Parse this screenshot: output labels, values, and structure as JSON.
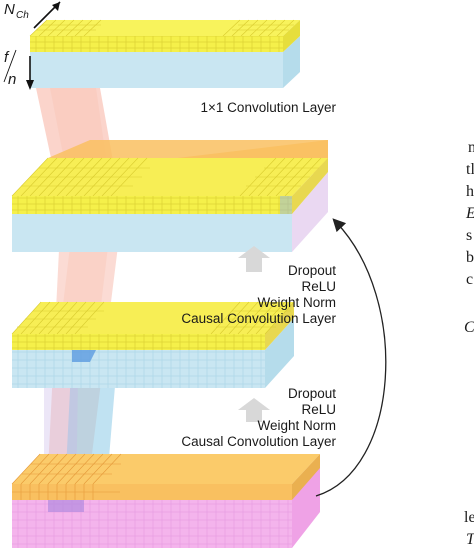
{
  "axes": {
    "channels_label": "N",
    "channels_subscript": "Ch",
    "frames_label_left": "f",
    "frames_label_right": "n"
  },
  "layers": {
    "top_label": "1×1 Convolution Layer",
    "block_upper": [
      "Dropout",
      "ReLU",
      "Weight Norm",
      "Causal Convolution Layer"
    ],
    "block_lower": [
      "Dropout",
      "ReLU",
      "Weight Norm",
      "Causal Convolution Layer"
    ]
  },
  "side_text": {
    "lines": [
      "n",
      "tl",
      "h",
      "E",
      "s",
      "b",
      "c",
      "C",
      "le",
      "T"
    ]
  },
  "colors": {
    "yellow": "#f5f04a",
    "blue": "#c9e6f2",
    "orange": "#f9c060",
    "pink": "#f4b4ec",
    "lavender": "#ead8f2"
  }
}
